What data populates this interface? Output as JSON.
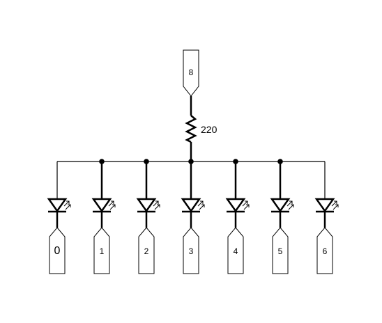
{
  "schematic": {
    "top_pin": {
      "label": "8"
    },
    "resistor": {
      "label": "220"
    },
    "led_pins": [
      {
        "label": "0"
      },
      {
        "label": "1"
      },
      {
        "label": "2"
      },
      {
        "label": "3"
      },
      {
        "label": "4"
      },
      {
        "label": "5"
      },
      {
        "label": "6"
      }
    ],
    "colors": {
      "wire": "#000000",
      "background": "#ffffff"
    }
  }
}
